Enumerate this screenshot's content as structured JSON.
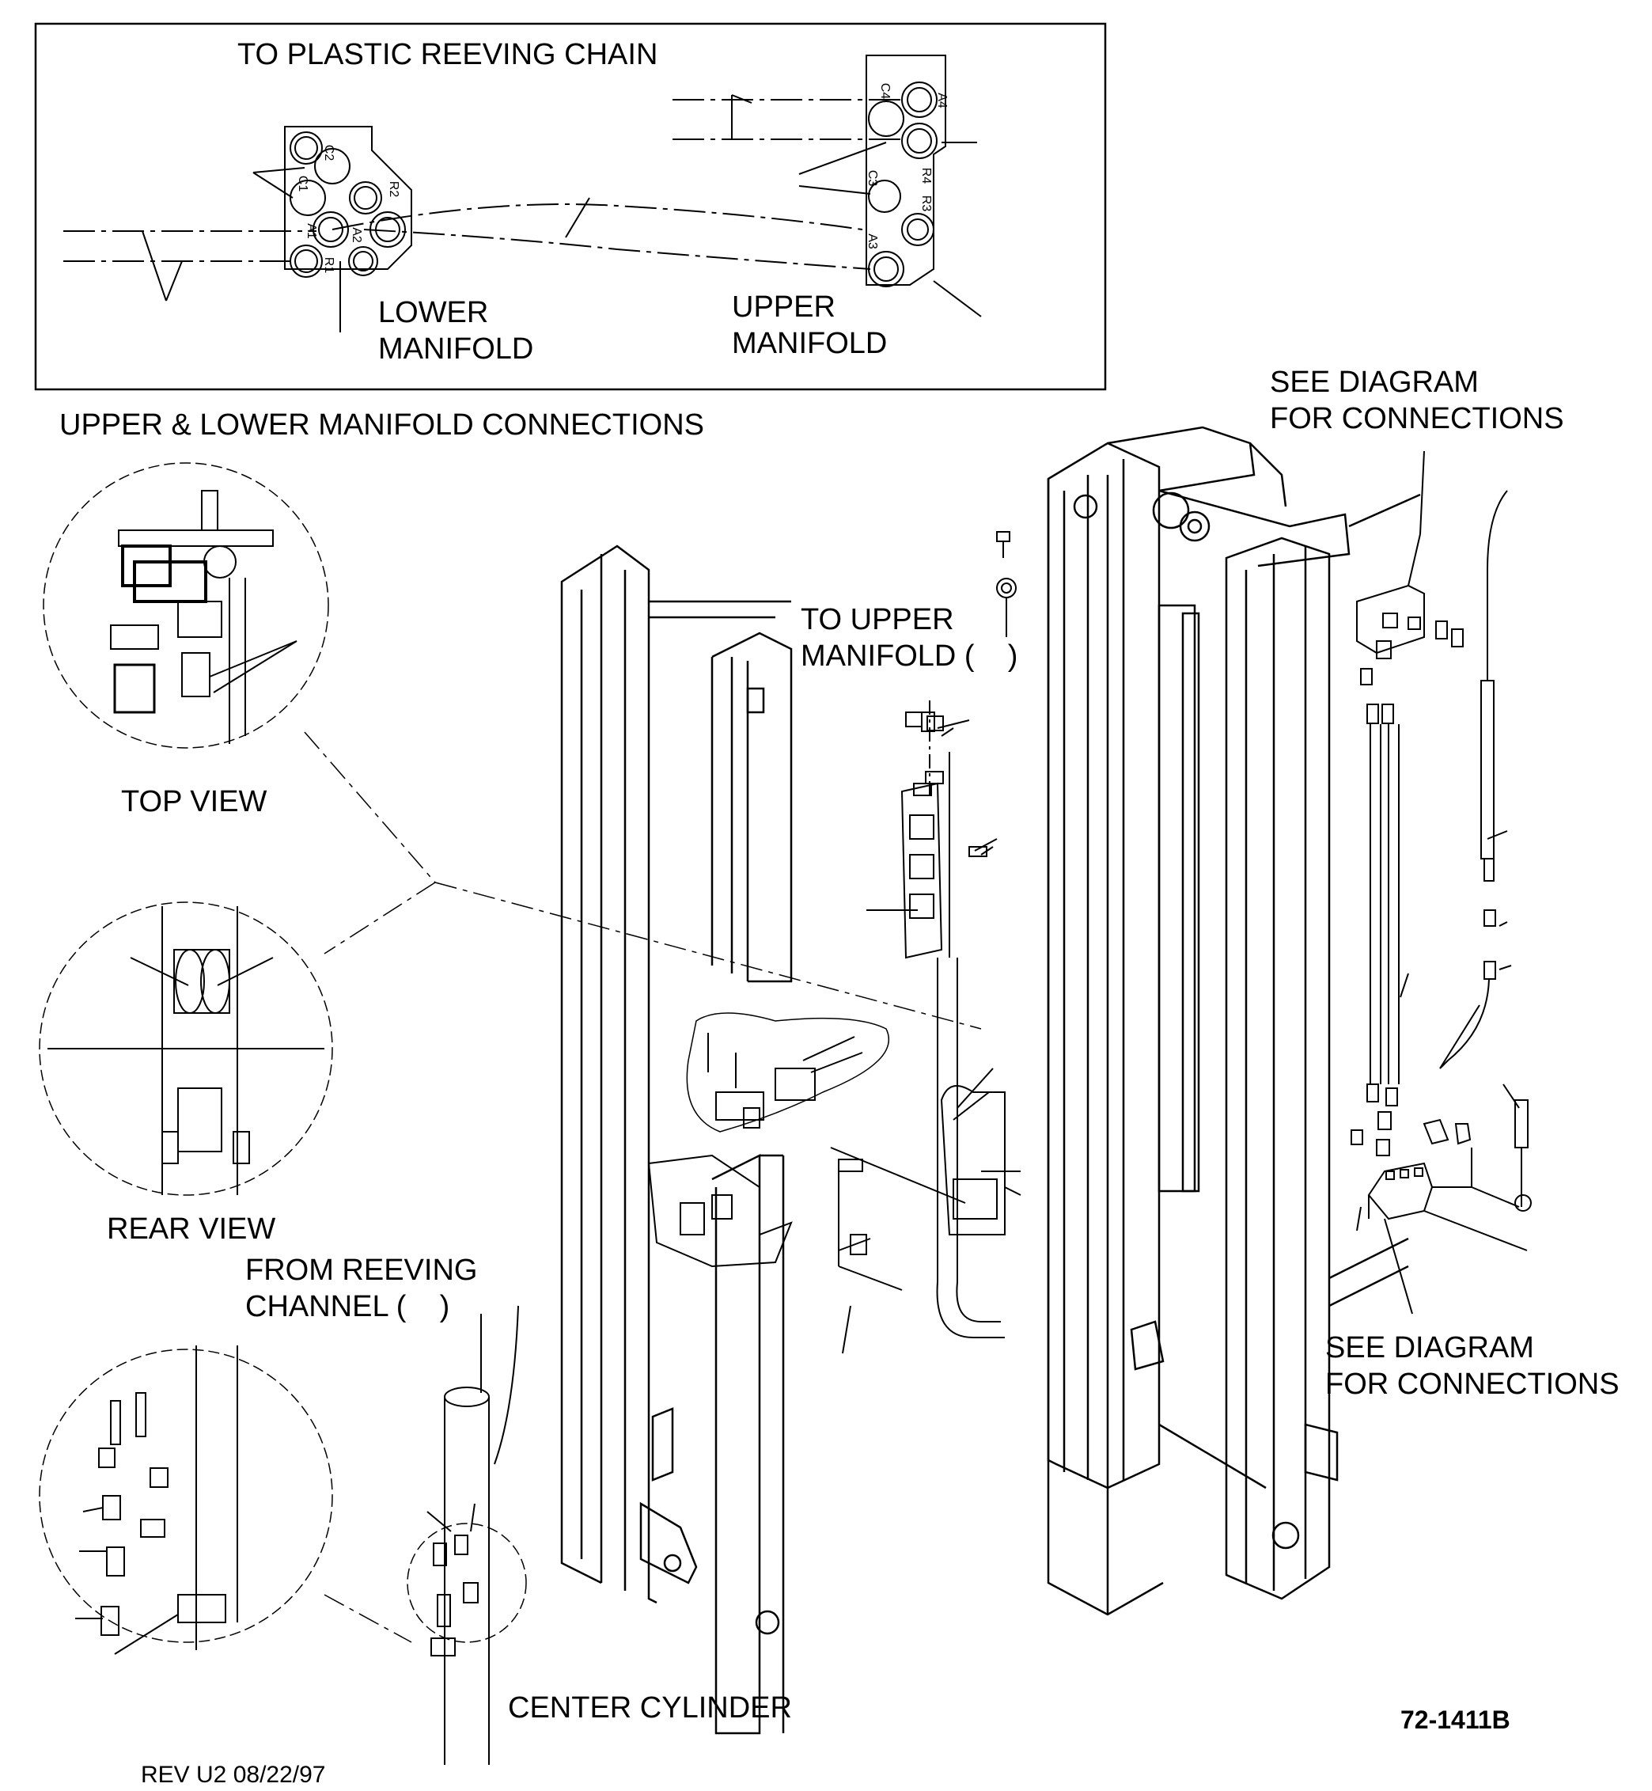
{
  "labels": {
    "to_plastic_reeving_chain": "TO PLASTIC REEVING CHAIN",
    "lower_manifold": "LOWER\nMANIFOLD",
    "upper_manifold": "UPPER\nMANIFOLD",
    "upper_lower_manifold_connections": "UPPER & LOWER MANIFOLD CONNECTIONS",
    "see_diagram_top": "SEE DIAGRAM\nFOR CONNECTIONS",
    "to_upper_manifold": "TO UPPER\nMANIFOLD (    )",
    "top_view": "TOP VIEW",
    "rear_view": "REAR VIEW",
    "from_reeving_channel": "FROM REEVING\nCHANNEL (    )",
    "see_diagram_bottom": "SEE DIAGRAM\nFOR CONNECTIONS",
    "center_cylinder": "CENTER CYLINDER",
    "drawing_number": "72-1411B",
    "revision": "REV U2 08/22/97"
  },
  "port_labels": {
    "lower": [
      "C2",
      "C1",
      "R2",
      "A1",
      "A2",
      "R1"
    ],
    "upper": [
      "A4",
      "C4",
      "R4",
      "C3",
      "R3",
      "A3"
    ]
  }
}
